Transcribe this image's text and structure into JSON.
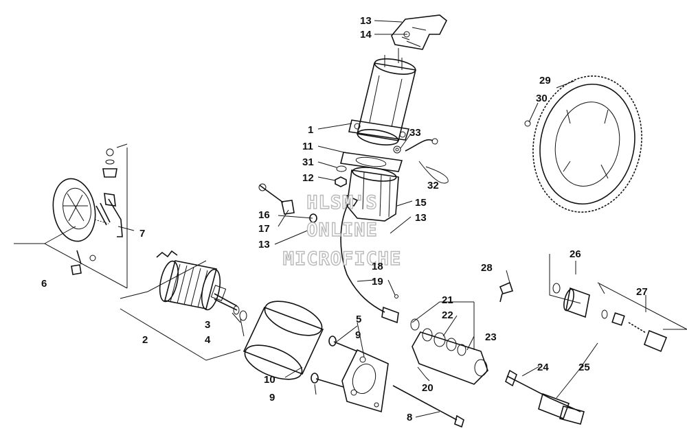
{
  "watermark": {
    "line1": "HLSM'S",
    "line2": "ONLINE",
    "line3": "MICROFICHE"
  },
  "callouts": {
    "c1": "1",
    "c2": "2",
    "c3": "3",
    "c4": "4",
    "c5": "5",
    "c6": "6",
    "c7": "7",
    "c8": "8",
    "c9a": "9",
    "c9b": "9",
    "c10": "10",
    "c11": "11",
    "c12": "12",
    "c13a": "13",
    "c13b": "13",
    "c13c": "13",
    "c14": "14",
    "c15": "15",
    "c16": "16",
    "c17": "17",
    "c18": "18",
    "c19": "19",
    "c20": "20",
    "c21": "21",
    "c22": "22",
    "c23": "23",
    "c24": "24",
    "c25": "25",
    "c26": "26",
    "c27": "27",
    "c28": "28",
    "c29": "29",
    "c30": "30",
    "c31": "31",
    "c32": "32",
    "c33": "33"
  }
}
